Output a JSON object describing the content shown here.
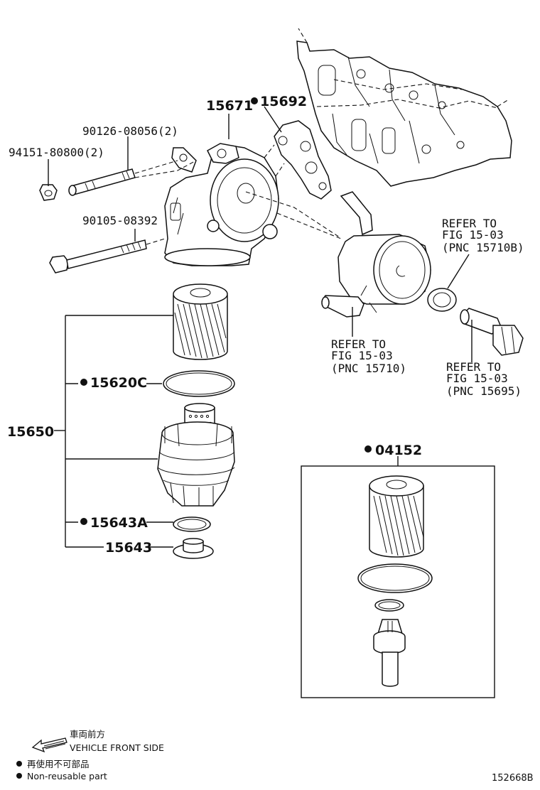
{
  "labels": {
    "p_15671": "15671",
    "p_15692": "15692",
    "p_90126": "90126-08056(2)",
    "p_94151": "94151-80800(2)",
    "p_90105": "90105-08392",
    "p_15650": "15650",
    "p_15620c": "15620C",
    "p_15643a": "15643A",
    "p_15643": "15643",
    "p_04152": "04152"
  },
  "refs": {
    "r1": {
      "l1": "REFER TO",
      "l2": "FIG 15-03",
      "l3": "(PNC 15710B)"
    },
    "r2": {
      "l1": "REFER TO",
      "l2": "FIG 15-03",
      "l3": "(PNC 15710)"
    },
    "r3": {
      "l1": "REFER TO",
      "l2": "FIG 15-03",
      "l3": "(PNC 15695)"
    }
  },
  "legend": {
    "front_jp": "車両前方",
    "front_en": "VEHICLE FRONT SIDE",
    "nonreuse_jp": "再使用不可部品",
    "nonreuse_en": "Non-reusable part"
  },
  "figure_number": "152668B"
}
